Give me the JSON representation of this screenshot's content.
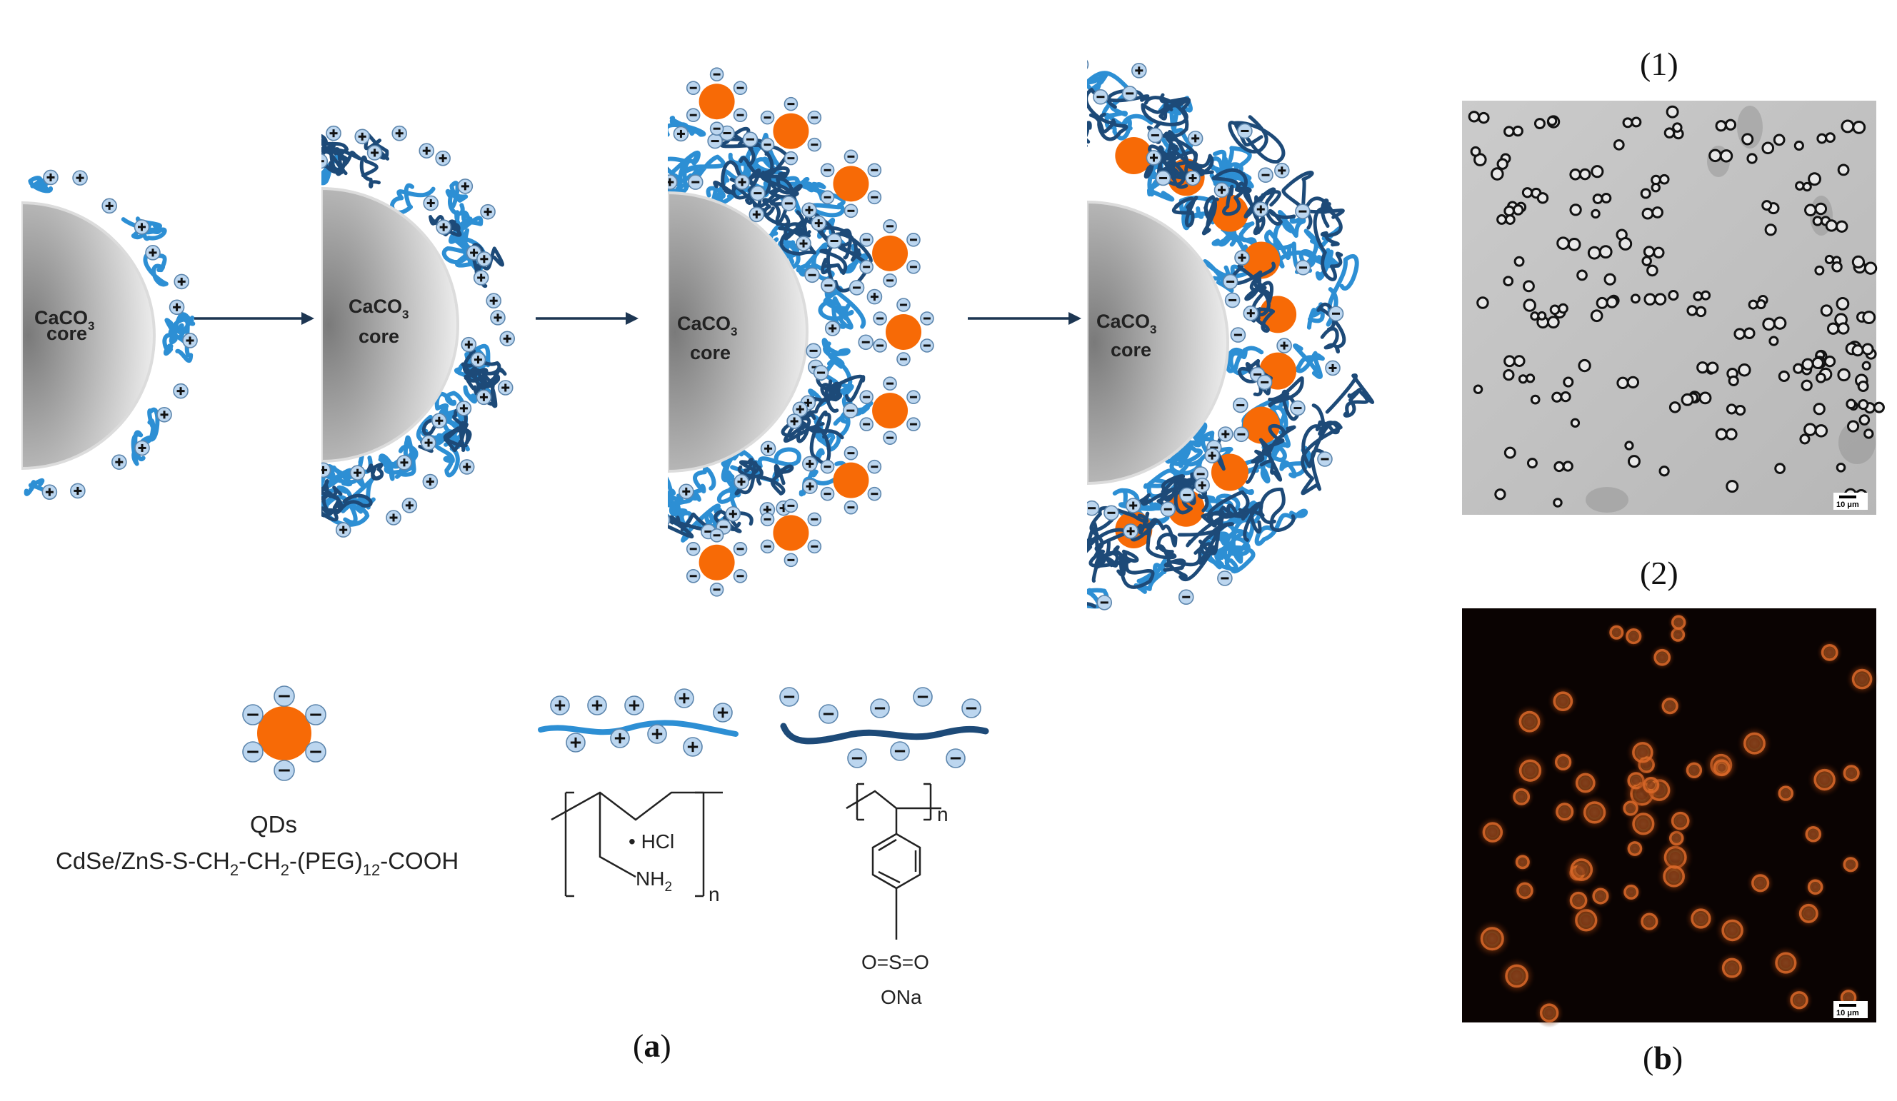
{
  "core": {
    "formula": "CaCO",
    "subscript": "3",
    "word": "core"
  },
  "legend": {
    "qd_title": "QDs",
    "qd_formula": {
      "p1": "CdSe/ZnS-S-CH",
      "s1": "2",
      "p2": "-CH",
      "s2": "2",
      "p3": "-(PEG)",
      "s3": "12",
      "p4": "-COOH"
    },
    "pah": {
      "salt": "• HCl",
      "amine": "NH",
      "amine_sub": "2",
      "repeat": "n"
    },
    "pss": {
      "repeat": "n",
      "sulfonyl": "O=S=O",
      "salt": "ONa"
    }
  },
  "panels": {
    "a_label": "a",
    "b_label": "b",
    "b1_label": "(1)",
    "b2_label": "(2)",
    "scale_bar": "10 μm"
  },
  "colors": {
    "pah_light_blue": "#2d8fd4",
    "pss_dark_blue": "#1d4a78",
    "qd_orange": "#f76a06",
    "charge_fill": "#bcd6ef",
    "arrow": "#1d3652",
    "micro_brightfield_bg": "#c2c2c2",
    "micro_fluor_bg": "#0a0302"
  },
  "icons": [
    "plus-charge-icon",
    "minus-charge-icon",
    "quantum-dot-icon",
    "arrow-right-icon"
  ]
}
